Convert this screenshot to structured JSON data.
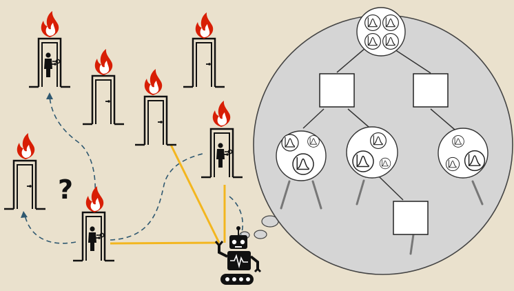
{
  "colors": {
    "background": "#EAE1CD",
    "flame": "#D81E05",
    "search_path": "#2F5870",
    "sight_line": "#F3B61F",
    "tree_bubble": "#D5D5D5",
    "robot": "#111111"
  },
  "doors": [
    {
      "id": "door-1",
      "on_fire": true,
      "has_person": true,
      "has_key": true
    },
    {
      "id": "door-2",
      "on_fire": true,
      "has_person": false,
      "has_key": false
    },
    {
      "id": "door-3",
      "on_fire": true,
      "has_person": false,
      "has_key": false
    },
    {
      "id": "door-4",
      "on_fire": true,
      "has_person": false,
      "has_key": false
    },
    {
      "id": "door-5",
      "on_fire": true,
      "has_person": true,
      "has_key": true
    },
    {
      "id": "door-6",
      "on_fire": true,
      "has_person": false,
      "has_key": false,
      "unknown": true
    },
    {
      "id": "door-7",
      "on_fire": true,
      "has_person": true,
      "has_key": true
    }
  ],
  "question_mark": "?",
  "agent": {
    "icon": "robot-icon",
    "state": "thinking"
  },
  "belief_tree": {
    "node_icon": "gaussian-distribution-icon",
    "action_icon": "action-square-icon"
  }
}
